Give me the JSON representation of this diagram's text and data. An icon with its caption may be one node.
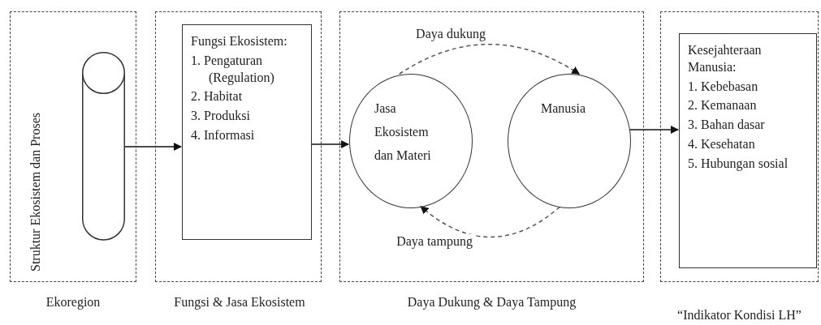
{
  "diagram": {
    "nodes": [
      {
        "text": [
          "Struktur Ekosistem dan Proses"
        ],
        "beside": [
          "Ekoregion"
        ]
      },
      {
        "text": [],
        "shape": "cylinder",
        "in": 0
      },
      {
        "text": [],
        "shape": "box",
        "beside": [
          "Fungsi & Jasa Ekosistem"
        ]
      },
      {
        "text": [
          "Fungsi Ekosistem:",
          "1. Pengaturan (Regulation)",
          "2. Habitat",
          "3. Produksi",
          "4. Informasi"
        ],
        "in": 2
      },
      {
        "text": [],
        "shape": "box",
        "beside": [
          "Daya Dukung & Daya Tampung"
        ]
      },
      {
        "text": [
          "Jasa Ekosistem dan Materi"
        ],
        "in": 4
      },
      {
        "text": [
          "Manusia"
        ],
        "in": 4
      },
      {
        "text": [],
        "shape": "box",
        "beside": [
          "“Indikator Kondisi LH”"
        ]
      },
      {
        "text": [
          "Kesejahteraan Manusia:",
          "1. Kebebasan",
          "2. Kemanaan",
          "3. Bahan dasar",
          "4. Kesehatan",
          "5. Hubungan sosial"
        ],
        "in": 7
      }
    ],
    "edges": [
      {
        "from": 1,
        "to": 3,
        "arrow": "to"
      },
      {
        "from": 3,
        "to": 5,
        "arrow": "to"
      },
      {
        "from": 5,
        "to": 6,
        "arrow": "to",
        "label": "Daya dukung",
        "style": "dashed"
      },
      {
        "from": 6,
        "to": 5,
        "arrow": "to",
        "label": "Daya tampung",
        "style": "dashed"
      },
      {
        "from": 6,
        "to": 8,
        "arrow": "to"
      }
    ]
  }
}
